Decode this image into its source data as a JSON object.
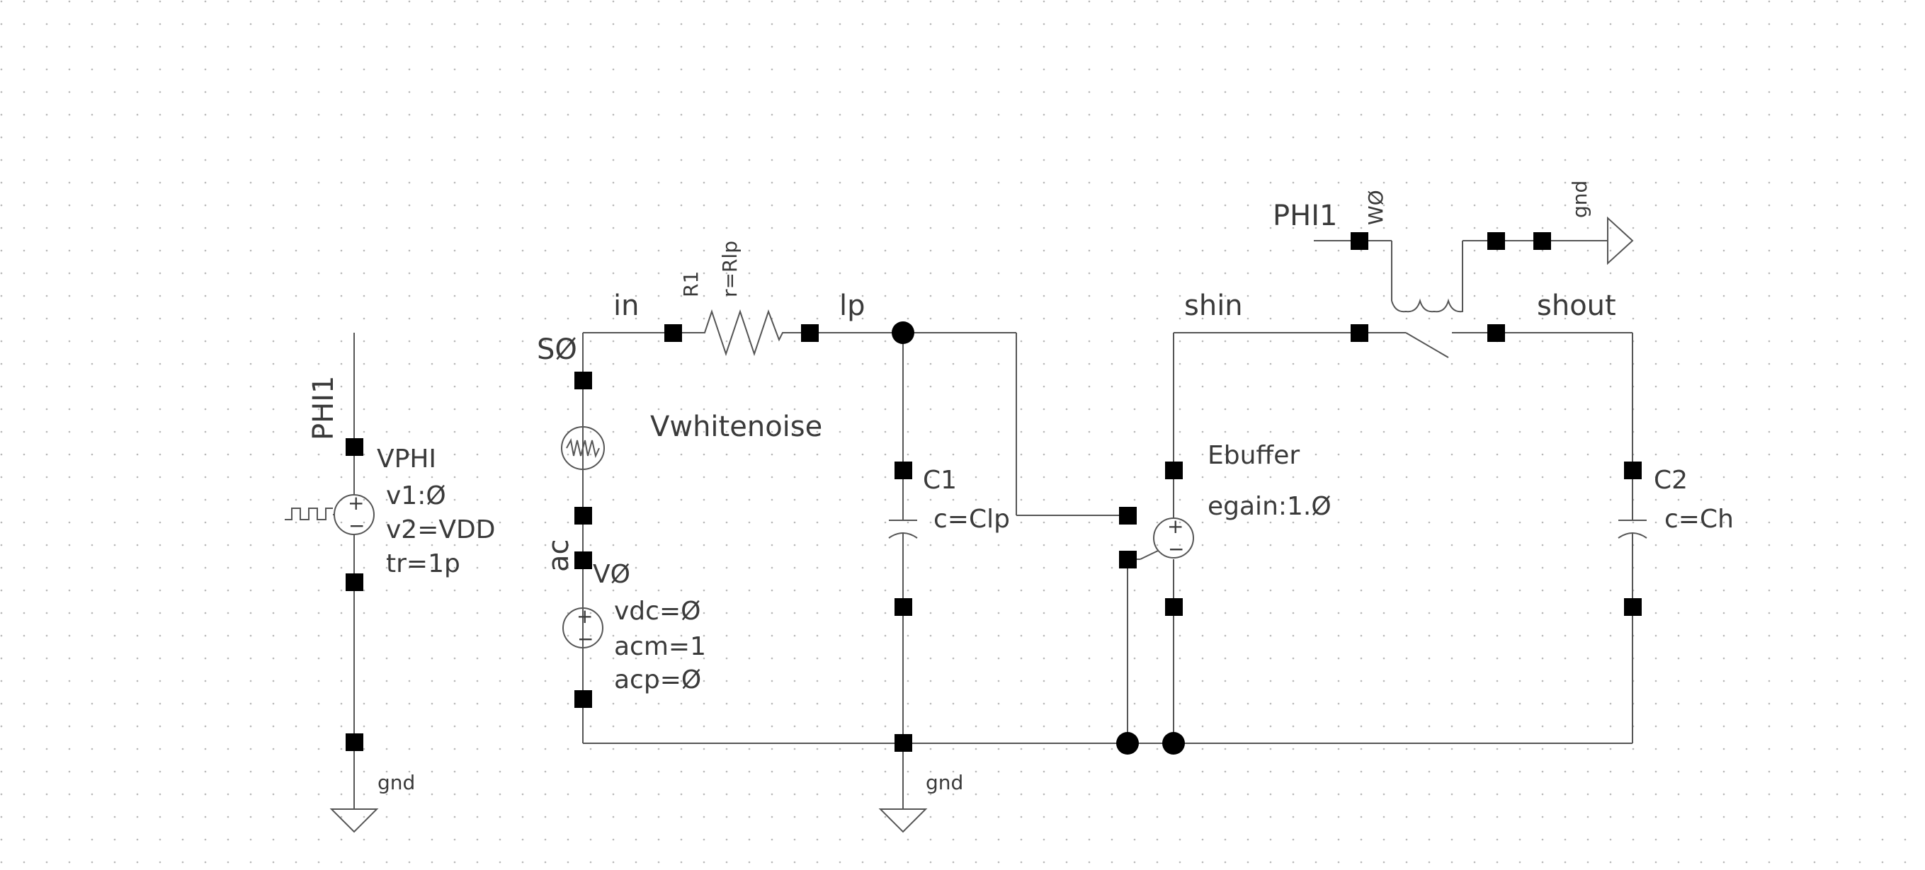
{
  "labels": {
    "phi1_left": "PHI1",
    "vphi_name": "VPHI",
    "vphi_v1": "v1:Ø",
    "vphi_v2": "v2=VDD",
    "vphi_tr": "tr=1p",
    "gnd_left": "gnd",
    "s0": "SØ",
    "in": "in",
    "r1_name": "R1",
    "r1_val": "r=Rlp",
    "lp": "lp",
    "vwhitenoise": "Vwhitenoise",
    "ac": "ac",
    "v0_name": "VØ",
    "v0_vdc": "vdc=Ø",
    "v0_acm": "acm=1",
    "v0_acp": "acp=Ø",
    "c1_name": "C1",
    "c1_val": "c=Clp",
    "gnd_mid": "gnd",
    "ebuffer": "Ebuffer",
    "egain": "egain:1.Ø",
    "shin": "shin",
    "shout": "shout",
    "phi1_switch": "PHI1",
    "w0": "WØ",
    "gnd_right": "gnd",
    "c2_name": "C2",
    "c2_val": "c=Ch"
  },
  "symbols": {
    "plus": "+",
    "minus": "−"
  },
  "colors": {
    "background": "#ffffff",
    "wire": "#555555",
    "pin": "#000000",
    "text": "#3a3a3a",
    "grid_dot": "#b8b8b8"
  }
}
